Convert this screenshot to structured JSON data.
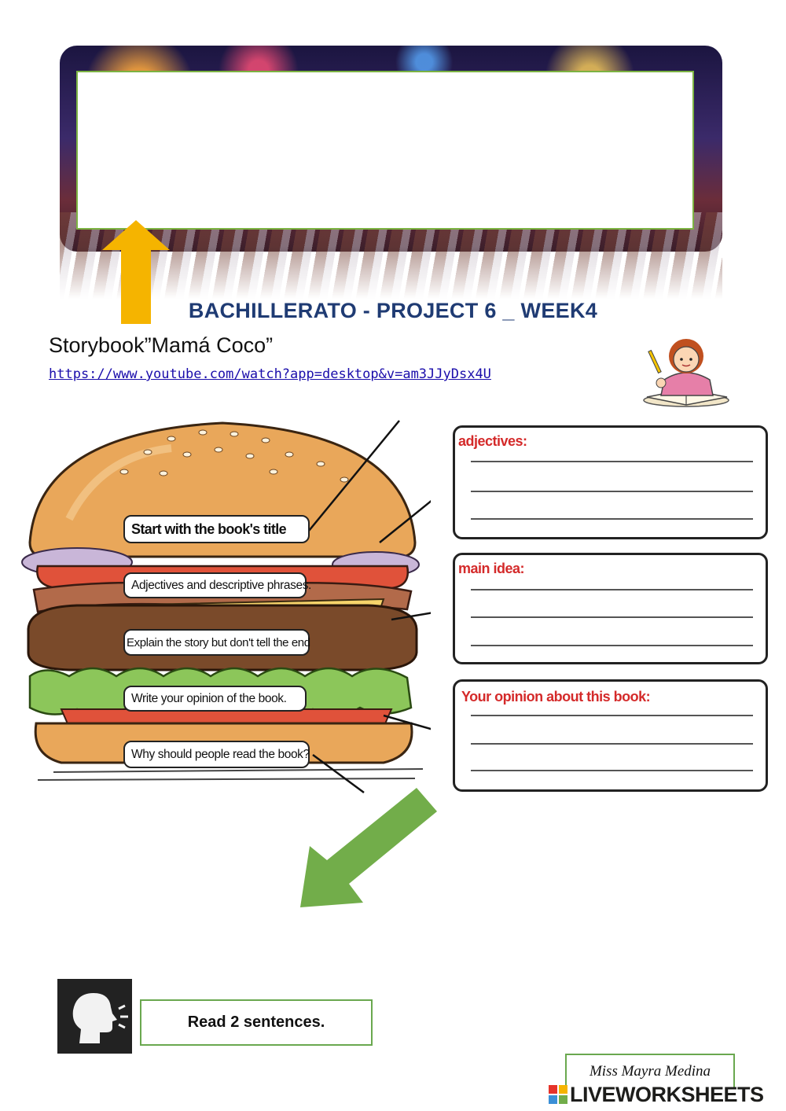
{
  "heading": {
    "project": "BACHILLERATO - PROJECT 6 _ WEEK4",
    "story": "Storybook”Mamá Coco”",
    "link": "https://www.youtube.com/watch?app=desktop&v=am3JJyDsx4U"
  },
  "burger": {
    "layers": [
      "Start with the book's title",
      "Adjectives and descriptive phrases.",
      "Explain the story but don't tell the end",
      "Write your opinion of the book.",
      "Why should people read the book?"
    ]
  },
  "answers": {
    "adjectives_label": "adjectives:",
    "main_idea_label": "main idea:",
    "opinion_label": "Your opinion about this book:"
  },
  "task": {
    "instruction": "Read 2 sentences."
  },
  "footer": {
    "author": "Miss Mayra Medina",
    "brand": "LIVEWORKSHEETS"
  },
  "colors": {
    "title_blue": "#1f3b73",
    "label_red": "#d42a2a",
    "arrow_yellow": "#f5b400",
    "arrow_green": "#72ad4a",
    "box_green": "#6aa84f"
  }
}
